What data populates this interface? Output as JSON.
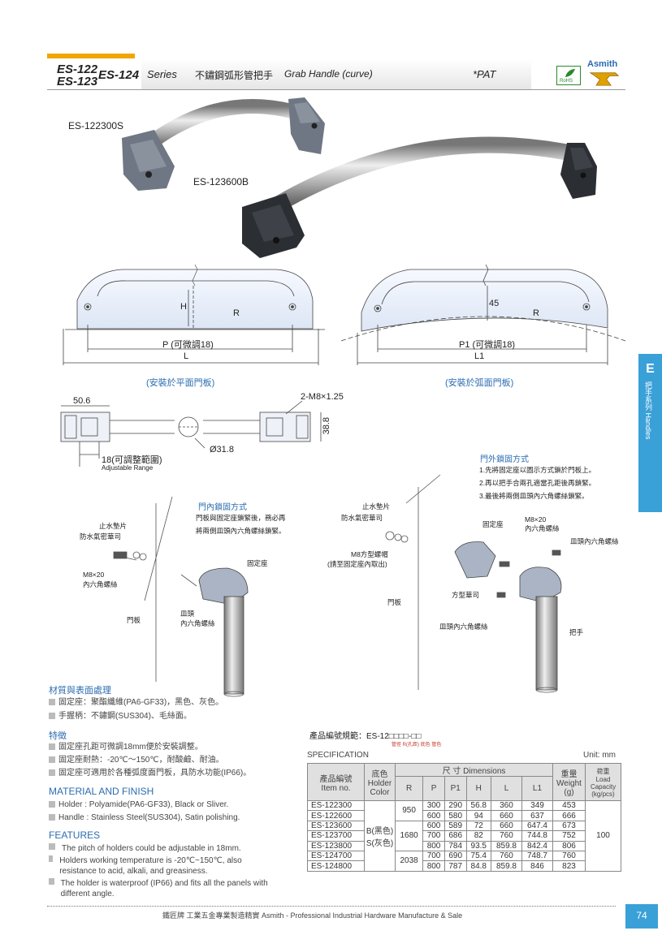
{
  "header": {
    "model_a": "ES-122",
    "model_b": "ES-123",
    "model_c": "ES-124",
    "series_label": "Series",
    "title_zh": "不鏽鋼弧形管把手",
    "title_en": "Grab Handle (curve)",
    "patent": "*PAT",
    "brand_badge": "RoHS",
    "brand": "Asmith"
  },
  "photos": {
    "label_left": "ES-122300S",
    "label_right": "ES-123600B"
  },
  "drawing": {
    "flat": {
      "h": "H",
      "r": "R",
      "p": "P (可微調18)",
      "l": "L",
      "caption": "(安裝於平面門板)"
    },
    "curved": {
      "h": "45",
      "r": "R",
      "p": "P1 (可微調18)",
      "l": "L1",
      "caption": "(安裝於弧面門板)"
    },
    "top": {
      "d1": "50.6",
      "thread": "2-M8×1.25",
      "height": "38.8",
      "dia": "Ø31.8",
      "range_zh": "18(可調整範圍)",
      "range_en": "Adjustable Range"
    }
  },
  "inner": {
    "title": "門內鎖固方式",
    "text1": "門板與固定座鎖緊後，務必再",
    "text2": "將兩側皿頭內六角螺絲鎖緊。",
    "washer": "止水墊片",
    "gasket": "防水氣密華司",
    "bolt1": "M8×20",
    "bolt2": "內六角螺絲",
    "holder": "固定座",
    "panel": "門板",
    "csk1": "皿頭",
    "csk2": "內六角螺絲"
  },
  "outer": {
    "title": "門外鎖固方式",
    "step1": "1.先將固定座以圖示方式鎖於門板上。",
    "step2": "2.再以把手合兩孔適當孔距後再鎖緊。",
    "step3": "3.最後將兩側皿頭內六角螺絲鎖緊。",
    "washer": "止水墊片",
    "gasket": "防水氣密華司",
    "nut1": "M8方型螺帽",
    "nut2": "(請至固定座內取出)",
    "panel": "門板",
    "holder": "固定座",
    "bolt1": "M8×20",
    "bolt2": "內六角螺絲",
    "csk_right": "皿頭內六角螺絲",
    "sqwasher": "方型華司",
    "csk_bottom": "皿頭內六角螺絲",
    "handle": "把手"
  },
  "material_zh": {
    "title": "材質與表面處理",
    "items": [
      "固定座：聚酯纖維(PA6-GF33)，黑色、灰色。",
      "手握柄：不鏽鋼(SUS304)、毛絲面。"
    ]
  },
  "features_zh": {
    "title": "特徵",
    "items": [
      "固定座孔距可微調18mm便於安裝調整。",
      "固定座耐熱：-20℃～150℃，耐酸鹼、耐油。",
      "固定座可適用於各種弧度面門板，具防水功能(IP66)。"
    ]
  },
  "material_en": {
    "title": "MATERIAL AND FINISH",
    "items": [
      "Holder : Polyamide(PA6-GF33), Black or Sliver.",
      "Handle : Stainless Steel(SUS304), Satin polishing."
    ]
  },
  "features_en": {
    "title": "FEATURES",
    "items": [
      "The pitch of holders could be adjustable in 18mm.",
      "Holders working temperature is -20℃~150℃, also resistance to acid, alkali, and greasiness.",
      "The holder is waterproof (IP66) and fits all the panels with different angle."
    ]
  },
  "order_rule": {
    "label": "產品編號規範：ES-12□□□□-□□",
    "sub": "管徑 R(孔距) 底色 管色"
  },
  "spec": {
    "label": "SPECIFICATION",
    "unit": "Unit: mm",
    "head_item_zh": "產品編號",
    "head_item_en": "Item no.",
    "head_color_zh": "底色",
    "head_color_en1": "Holder",
    "head_color_en2": "Color",
    "head_dim": "尺  寸  Dimensions",
    "cols": [
      "R",
      "P",
      "P1",
      "H",
      "L",
      "L1"
    ],
    "head_weight_zh": "重量",
    "head_weight_en": "Weight",
    "head_weight_unit": "(g)",
    "head_load_zh": "荷重",
    "head_load_en1": "Load",
    "head_load_en2": "Capacity",
    "head_load_unit": "(kg/pcs)",
    "color_value1": "B(黑色)",
    "color_value2": "S(灰色)",
    "load_value": "100",
    "r_groups": [
      "950",
      "1680",
      "2038"
    ],
    "rows": [
      {
        "id": "ES-122300",
        "p": "300",
        "p1": "290",
        "h": "56.8",
        "l": "360",
        "l1": "349",
        "w": "453"
      },
      {
        "id": "ES-122600",
        "p": "600",
        "p1": "580",
        "h": "94",
        "l": "660",
        "l1": "637",
        "w": "666"
      },
      {
        "id": "ES-123600",
        "p": "600",
        "p1": "589",
        "h": "72",
        "l": "660",
        "l1": "647.4",
        "w": "673"
      },
      {
        "id": "ES-123700",
        "p": "700",
        "p1": "686",
        "h": "82",
        "l": "760",
        "l1": "744.8",
        "w": "752"
      },
      {
        "id": "ES-123800",
        "p": "800",
        "p1": "784",
        "h": "93.5",
        "l": "859.8",
        "l1": "842.4",
        "w": "806"
      },
      {
        "id": "ES-124700",
        "p": "700",
        "p1": "690",
        "h": "75.4",
        "l": "760",
        "l1": "748.7",
        "w": "760"
      },
      {
        "id": "ES-124800",
        "p": "800",
        "p1": "787",
        "h": "84.8",
        "l": "859.8",
        "l1": "846",
        "w": "823"
      }
    ]
  },
  "side_tab": {
    "letter": "E",
    "text": "把手系列 Handles"
  },
  "footer": {
    "text": "鐵匠牌 工業五金專業製造精實 Asmith - Professional Industrial Hardware Manufacture & Sale",
    "page": "74"
  }
}
